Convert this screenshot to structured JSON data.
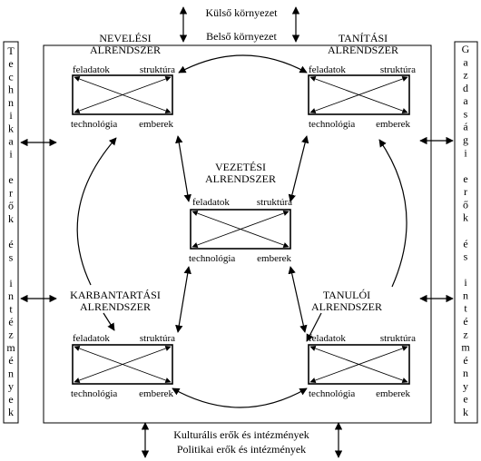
{
  "environment": {
    "outer_top": "Külső környezet",
    "inner_top": "Belső környezet",
    "bottom_line1": "Kulturális erők és intézmények",
    "bottom_line2": "Politikai erők és intézmények",
    "left_side": "Technikai erők és intézmények",
    "right_side": "Gazdasági erők és intézmények"
  },
  "subsystems": {
    "neveles": {
      "line1": "NEVELÉSI",
      "line2": "ALRENDSZER"
    },
    "tanitas": {
      "line1": "TANÍTÁSI",
      "line2": "ALRENDSZER"
    },
    "vezetes": {
      "line1": "VEZETÉSI",
      "line2": "ALRENDSZER"
    },
    "karbantartas": {
      "line1": "KARBANTARTÁSI",
      "line2": "ALRENDSZER"
    },
    "tanulo": {
      "line1": "TANULÓI",
      "line2": "ALRENDSZER"
    }
  },
  "corners": {
    "tasks": "feladatok",
    "structure": "struktúra",
    "technology": "technológia",
    "people": "emberek"
  }
}
